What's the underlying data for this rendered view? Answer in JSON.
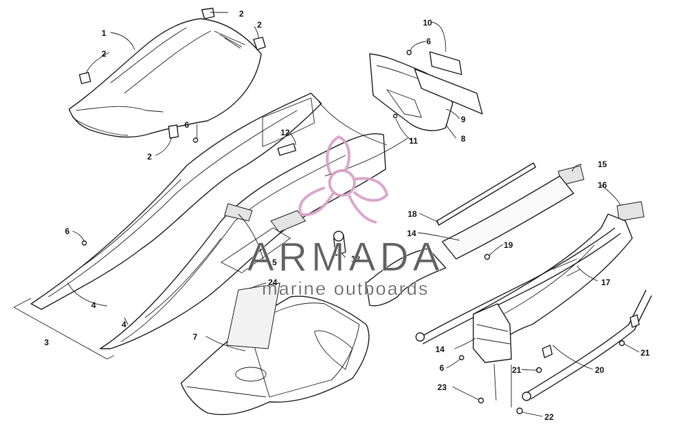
{
  "diagram": {
    "callouts": [
      "1",
      "2",
      "2",
      "2",
      "2",
      "3",
      "4",
      "4",
      "5",
      "6",
      "6",
      "6",
      "6",
      "7",
      "8",
      "9",
      "10",
      "11",
      "12",
      "13",
      "14",
      "14",
      "15",
      "16",
      "17",
      "18",
      "19",
      "20",
      "21",
      "21",
      "22",
      "23",
      "24"
    ]
  },
  "watermark": {
    "brand": "ARMADA",
    "tagline": "marine outboards",
    "colors": {
      "logo": "#d8a0c8",
      "text": "#555555"
    }
  }
}
